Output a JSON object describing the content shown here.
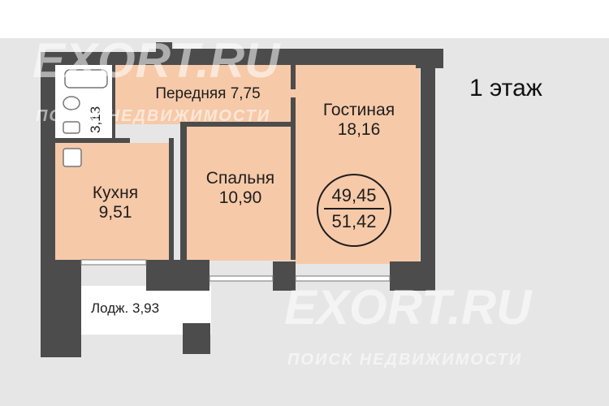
{
  "floor_label": "1 этаж",
  "rooms": {
    "hall": {
      "name": "Передняя",
      "area": "7,75"
    },
    "bathroom": {
      "area": "3,13"
    },
    "living": {
      "name": "Гостиная",
      "area": "18,16"
    },
    "bedroom": {
      "name": "Спальня",
      "area": "10,90"
    },
    "kitchen": {
      "name": "Кухня",
      "area": "9,51"
    },
    "loggia": {
      "name": "Лодж.",
      "area": "3,93"
    }
  },
  "totals": {
    "living_area": "49,45",
    "total_area": "51,42"
  },
  "watermarks": {
    "brand": "EXORT.RU",
    "tagline": "ПОИСК НЕДВИЖИМОСТИ"
  },
  "colors": {
    "background": "#e6e6e6",
    "wall": "#4c4c4c",
    "room_fill": "#f6c9a8",
    "bath_fill": "#ffffff"
  }
}
